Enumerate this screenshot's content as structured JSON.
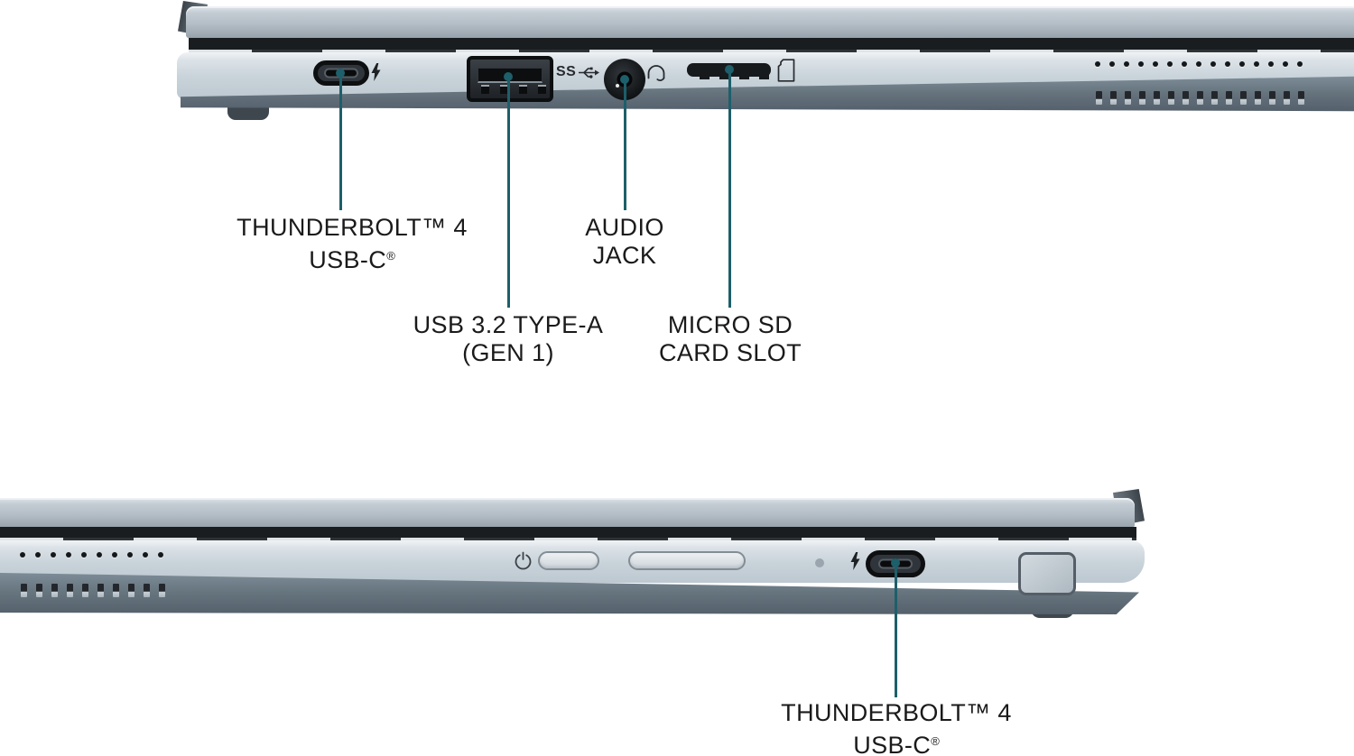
{
  "diagram": {
    "background": "#ffffff",
    "accent_color": "#1d5f6a",
    "text_color": "#1a1a1a",
    "subject": "laptop side views with port callouts"
  },
  "callouts": [
    {
      "id": "thunderbolt-top",
      "line1": "THUNDERBOLT™ 4",
      "line2": "USB-C",
      "line2_sup": "®"
    },
    {
      "id": "usb-a",
      "line1": "USB 3.2 TYPE-A",
      "line2": "(GEN 1)"
    },
    {
      "id": "audio-jack",
      "line1": "AUDIO",
      "line2": "JACK"
    },
    {
      "id": "micro-sd",
      "line1": "MICRO SD",
      "line2": "CARD SLOT"
    },
    {
      "id": "thunderbolt-bottom",
      "line1": "THUNDERBOLT™ 4",
      "line2": "USB-C",
      "line2_sup": "®"
    }
  ],
  "icons": {
    "thunderbolt": "thunderbolt-icon",
    "usb_superspeed": "usb-superspeed-icon",
    "usb_ss_label": "SS",
    "headset": "headset-icon",
    "micro_sd_card": "micro-sd-card-icon",
    "power": "power-icon"
  },
  "hardware": {
    "top_speaker_hole_count": 15,
    "top_vent_count": 15,
    "bottom_speaker_hole_count": 10,
    "bottom_vent_count": 10
  }
}
